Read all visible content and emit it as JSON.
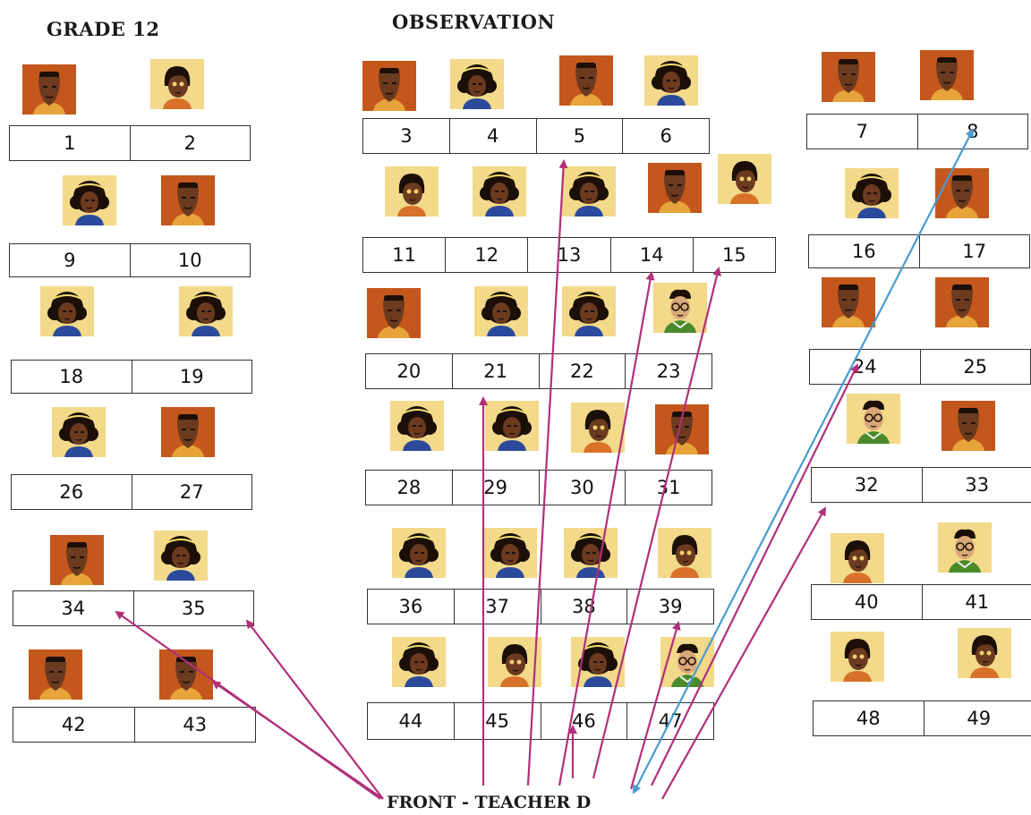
{
  "titles": {
    "grade": "GRADE 12",
    "observation": "OBSERVATION",
    "front": "FRONT - TEACHER D"
  },
  "colors": {
    "arrow_magenta": "#b0307a",
    "arrow_blue": "#4a9bd1",
    "skin": "#6b3a1f",
    "bg_orange": "#c4571c",
    "bg_yellow": "#f3d98a",
    "shirt_blue": "#2b4a9c",
    "shirt_green": "#4a8a2a"
  },
  "desks": [
    {
      "id": "d1",
      "numbers": [
        "1",
        "2"
      ]
    },
    {
      "id": "d3",
      "numbers": [
        "3",
        "4",
        "5",
        "6"
      ]
    },
    {
      "id": "d7",
      "numbers": [
        "7",
        "8"
      ]
    },
    {
      "id": "d9",
      "numbers": [
        "9",
        "10"
      ]
    },
    {
      "id": "d11",
      "numbers": [
        "11",
        "12",
        "13",
        "14",
        "15"
      ]
    },
    {
      "id": "d16",
      "numbers": [
        "16",
        "17"
      ]
    },
    {
      "id": "d18",
      "numbers": [
        "18",
        "19"
      ]
    },
    {
      "id": "d20",
      "numbers": [
        "20",
        "21",
        "22",
        "23"
      ]
    },
    {
      "id": "d24",
      "numbers": [
        "24",
        "25"
      ]
    },
    {
      "id": "d26",
      "numbers": [
        "26",
        "27"
      ]
    },
    {
      "id": "d28",
      "numbers": [
        "28",
        "29",
        "30",
        "31"
      ]
    },
    {
      "id": "d32",
      "numbers": [
        "32",
        "33"
      ]
    },
    {
      "id": "d34",
      "numbers": [
        "34",
        "35"
      ]
    },
    {
      "id": "d36",
      "numbers": [
        "36",
        "37",
        "38",
        "39"
      ]
    },
    {
      "id": "d40",
      "numbers": [
        "40",
        "41"
      ]
    },
    {
      "id": "d42",
      "numbers": [
        "42",
        "43"
      ]
    },
    {
      "id": "d44",
      "numbers": [
        "44",
        "45",
        "46",
        "47"
      ]
    },
    {
      "id": "d48",
      "numbers": [
        "48",
        "49"
      ]
    }
  ],
  "students": [
    {
      "n": "1",
      "type": "boy"
    },
    {
      "n": "2",
      "type": "girl_short"
    },
    {
      "n": "3",
      "type": "boy"
    },
    {
      "n": "4",
      "type": "girl_afro"
    },
    {
      "n": "5",
      "type": "boy"
    },
    {
      "n": "6",
      "type": "girl_afro"
    },
    {
      "n": "7",
      "type": "boy"
    },
    {
      "n": "8",
      "type": "boy"
    },
    {
      "n": "9",
      "type": "girl_afro"
    },
    {
      "n": "10",
      "type": "boy"
    },
    {
      "n": "11",
      "type": "girl_short"
    },
    {
      "n": "12",
      "type": "girl_afro"
    },
    {
      "n": "13",
      "type": "girl_afro"
    },
    {
      "n": "14",
      "type": "boy"
    },
    {
      "n": "15",
      "type": "girl_short"
    },
    {
      "n": "16",
      "type": "girl_afro"
    },
    {
      "n": "17",
      "type": "boy"
    },
    {
      "n": "18",
      "type": "girl_afro"
    },
    {
      "n": "19",
      "type": "girl_afro"
    },
    {
      "n": "20",
      "type": "boy"
    },
    {
      "n": "21",
      "type": "girl_afro"
    },
    {
      "n": "22",
      "type": "girl_afro"
    },
    {
      "n": "23",
      "type": "boy_glasses"
    },
    {
      "n": "24",
      "type": "boy"
    },
    {
      "n": "25",
      "type": "boy"
    },
    {
      "n": "26",
      "type": "girl_afro"
    },
    {
      "n": "27",
      "type": "boy"
    },
    {
      "n": "28",
      "type": "girl_afro"
    },
    {
      "n": "29",
      "type": "girl_afro"
    },
    {
      "n": "30",
      "type": "girl_short"
    },
    {
      "n": "31",
      "type": "boy"
    },
    {
      "n": "32",
      "type": "boy_glasses"
    },
    {
      "n": "33",
      "type": "boy"
    },
    {
      "n": "34",
      "type": "boy"
    },
    {
      "n": "35",
      "type": "girl_afro"
    },
    {
      "n": "36",
      "type": "girl_afro"
    },
    {
      "n": "37",
      "type": "girl_afro"
    },
    {
      "n": "38",
      "type": "girl_afro"
    },
    {
      "n": "39",
      "type": "girl_short"
    },
    {
      "n": "40",
      "type": "girl_short"
    },
    {
      "n": "41",
      "type": "boy_glasses"
    },
    {
      "n": "42",
      "type": "boy"
    },
    {
      "n": "43",
      "type": "boy"
    },
    {
      "n": "44",
      "type": "girl_afro"
    },
    {
      "n": "45",
      "type": "girl_short"
    },
    {
      "n": "46",
      "type": "girl_afro"
    },
    {
      "n": "47",
      "type": "boy_glasses"
    },
    {
      "n": "48",
      "type": "girl_short"
    },
    {
      "n": "49",
      "type": "girl_short"
    }
  ],
  "arrows": [
    {
      "to": "34",
      "color": "magenta"
    },
    {
      "to": "35",
      "color": "magenta"
    },
    {
      "to": "43",
      "color": "magenta"
    },
    {
      "to": "5",
      "color": "magenta"
    },
    {
      "to": "8",
      "color": "blue"
    },
    {
      "to": "14",
      "color": "magenta"
    },
    {
      "to": "15",
      "color": "magenta"
    },
    {
      "to": "21",
      "color": "magenta"
    },
    {
      "to": "24",
      "color": "magenta"
    },
    {
      "to": "32",
      "color": "magenta"
    },
    {
      "to": "39",
      "color": "magenta"
    },
    {
      "to": "46",
      "color": "magenta"
    }
  ]
}
